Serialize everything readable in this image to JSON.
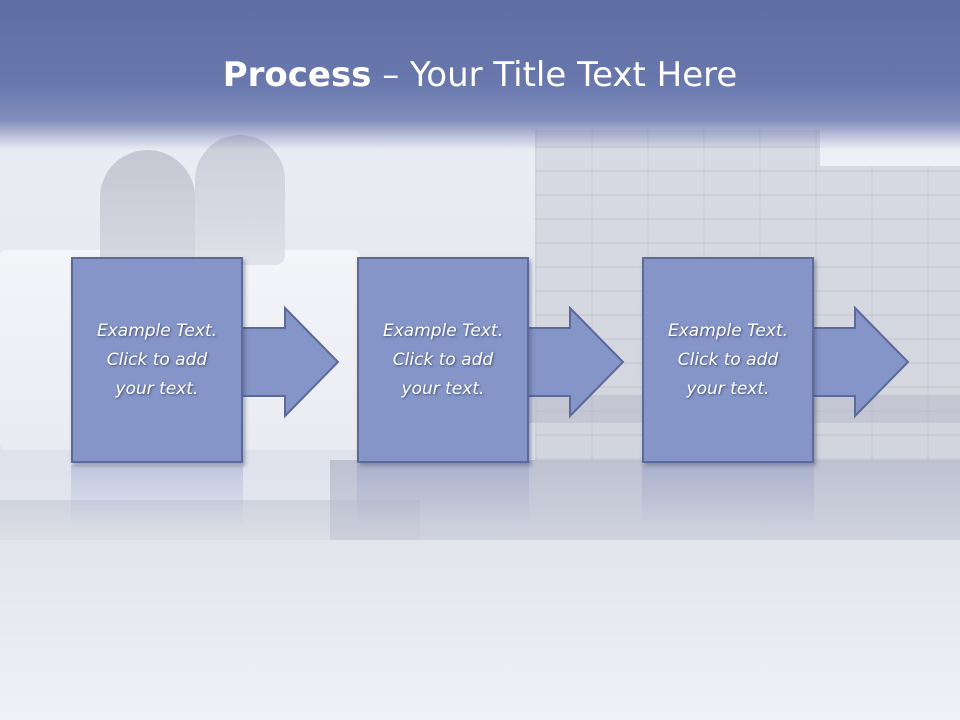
{
  "slide": {
    "title_bold": "Process",
    "title_rest": " – Your Title Text Here"
  },
  "steps": [
    {
      "text": "Example Text.\nClick  to add\nyour text."
    },
    {
      "text": "Example Text.\nClick  to add\nyour text."
    },
    {
      "text": "Example Text.\nClick  to add\nyour text."
    }
  ],
  "colors": {
    "title_bar": "#6878ad",
    "box_fill": "#8595c7",
    "box_border": "#5b6a98",
    "text": "#ffffff"
  }
}
